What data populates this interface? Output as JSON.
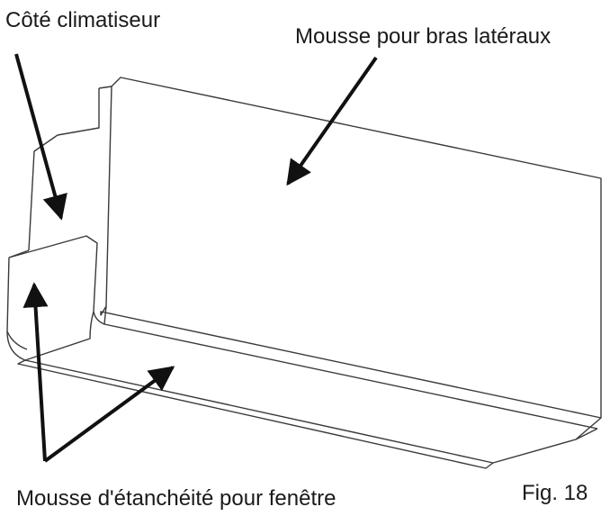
{
  "labels": {
    "ac_side": "Côté climatiseur",
    "side_arm_foam": "Mousse pour bras latéraux",
    "window_seal_foam": "Mousse d'étanchéité pour fenêtre",
    "figure_number": "Fig. 18"
  },
  "colors": {
    "line": "#3a3a3a",
    "arrow": "#111111",
    "text": "#1a1a1a",
    "background": "#ffffff"
  }
}
